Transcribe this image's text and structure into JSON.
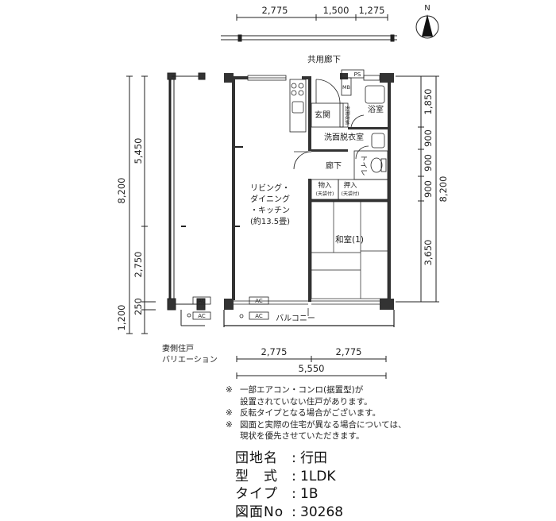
{
  "compass": {
    "north_label": "N"
  },
  "dimensions": {
    "top": [
      "2,775",
      "1,500",
      "1,275"
    ],
    "bottom": [
      "2,775",
      "2,775"
    ],
    "bottom_total": "5,550",
    "left": [
      "5,450",
      "2,750",
      "1,200"
    ],
    "left_small": "250",
    "left_total": "8,200",
    "right": [
      "1,850",
      "900",
      "900",
      "900",
      "3,650"
    ],
    "right_total": "8,200"
  },
  "rooms": {
    "corridor_shared": "共用廊下",
    "entrance": "玄関",
    "entrance_storage": "玄関収納",
    "bathroom": "浴室",
    "washroom": "洗面脱衣室",
    "hallway": "廊下",
    "toilet": "トイレ",
    "ldk": [
      "リビング・",
      "ダイニング",
      "・キッチン",
      "(約13.5畳)"
    ],
    "storage1": "物入",
    "storage1_sub": "(天袋付)",
    "closet": "押入",
    "closet_sub": "(天袋付)",
    "japanese_room": "和室(1)",
    "balcony": "バルコニー",
    "ps": "PS",
    "mb": "MB",
    "ac": "AC"
  },
  "variation_label": [
    "妻側住戸",
    "バリエーション"
  ],
  "notes": [
    {
      "mark": "※",
      "text": "一部エアコン・コンロ(据置型)が",
      "cont": "設置されていない住戸があります。"
    },
    {
      "mark": "※",
      "text": "反転タイプとなる場合がございます。",
      "cont": ""
    },
    {
      "mark": "※",
      "text": "図面と実際の住宅が異なる場合については、",
      "cont": "現状を優先させていただきます。"
    }
  ],
  "info": [
    {
      "key": "団地名",
      "value": "行田"
    },
    {
      "key": "型　式",
      "value": "1LDK"
    },
    {
      "key": "タイプ",
      "value": "1B"
    },
    {
      "key": "図面No",
      "value": "30268"
    }
  ]
}
